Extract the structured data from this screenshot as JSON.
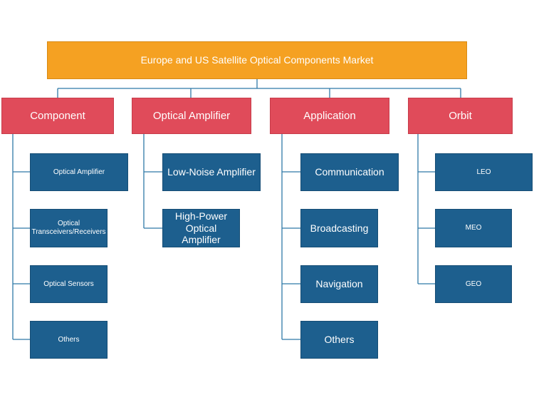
{
  "root": {
    "label": "Europe and US Satellite Optical Components Market"
  },
  "categories": [
    {
      "label": "Component",
      "items": [
        "Optical Amplifier",
        "Optical Transceivers/Receivers",
        "Optical Sensors",
        "Others"
      ]
    },
    {
      "label": "Optical Amplifier",
      "items": [
        "Low-Noise Amplifier",
        "High-Power Optical Amplifier"
      ]
    },
    {
      "label": "Application",
      "items": [
        "Communication",
        "Broadcasting",
        "Navigation",
        "Others"
      ]
    },
    {
      "label": "Orbit",
      "items": [
        "LEO",
        "MEO",
        "GEO"
      ]
    }
  ],
  "colors": {
    "root": "#f5a122",
    "category": "#e04b5a",
    "leaf": "#1d5f8e",
    "connector": "#2f79a8"
  }
}
